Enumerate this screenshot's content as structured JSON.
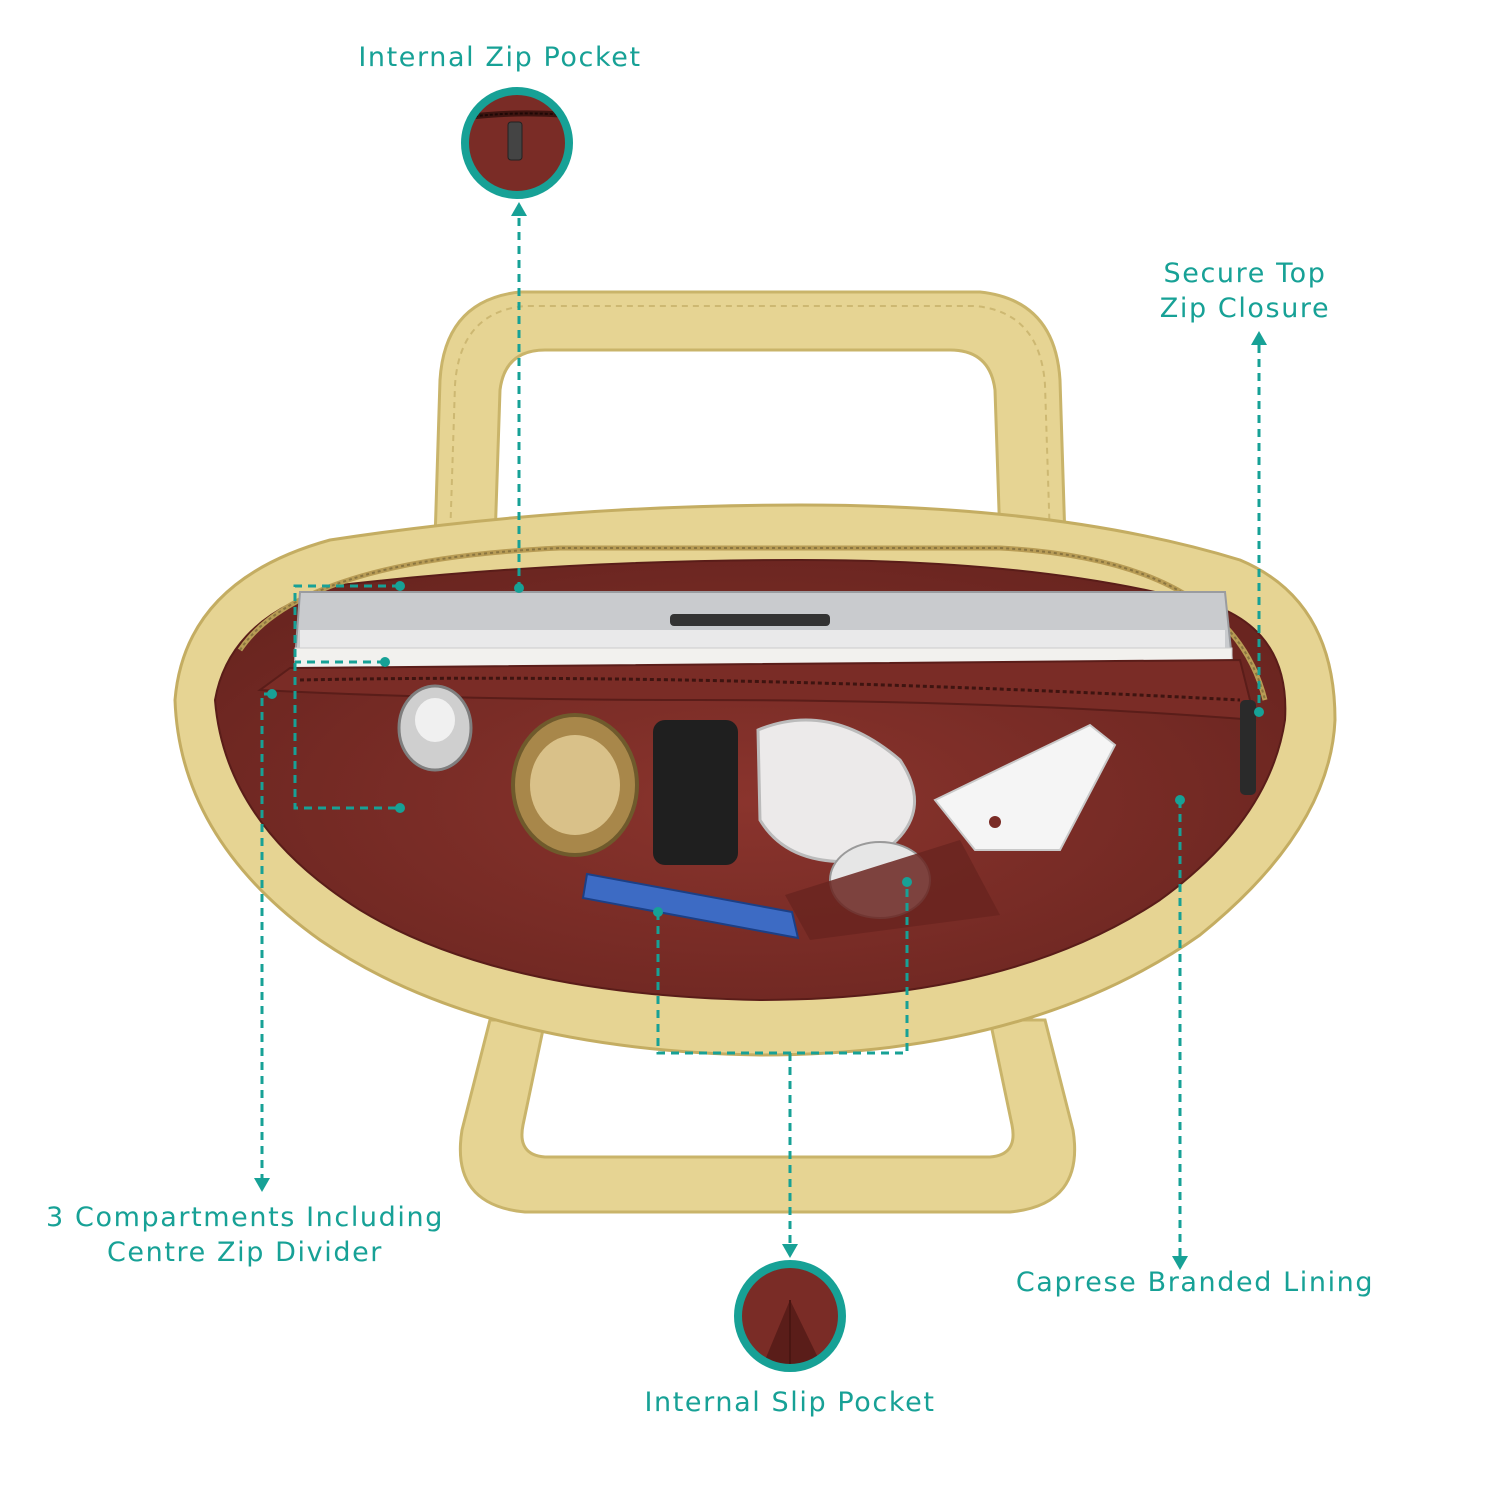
{
  "colors": {
    "accent": "#17a196",
    "bag_leather": "#e6d493",
    "bag_leather_shadow": "#c9b46a",
    "lining": "#7a2c26",
    "lining_dark": "#5a1d19",
    "laptop": "#c9cbce",
    "background": "#ffffff"
  },
  "callouts": {
    "internal_zip_pocket": {
      "line1": "Internal Zip Pocket"
    },
    "secure_top_zip": {
      "line1": "Secure Top",
      "line2": "Zip Closure"
    },
    "compartments": {
      "line1": "3 Compartments Including",
      "line2": "Centre Zip Divider"
    },
    "branded_lining": {
      "line1": "Caprese Branded Lining"
    },
    "internal_slip_pocket": {
      "line1": "Internal Slip Pocket"
    }
  }
}
